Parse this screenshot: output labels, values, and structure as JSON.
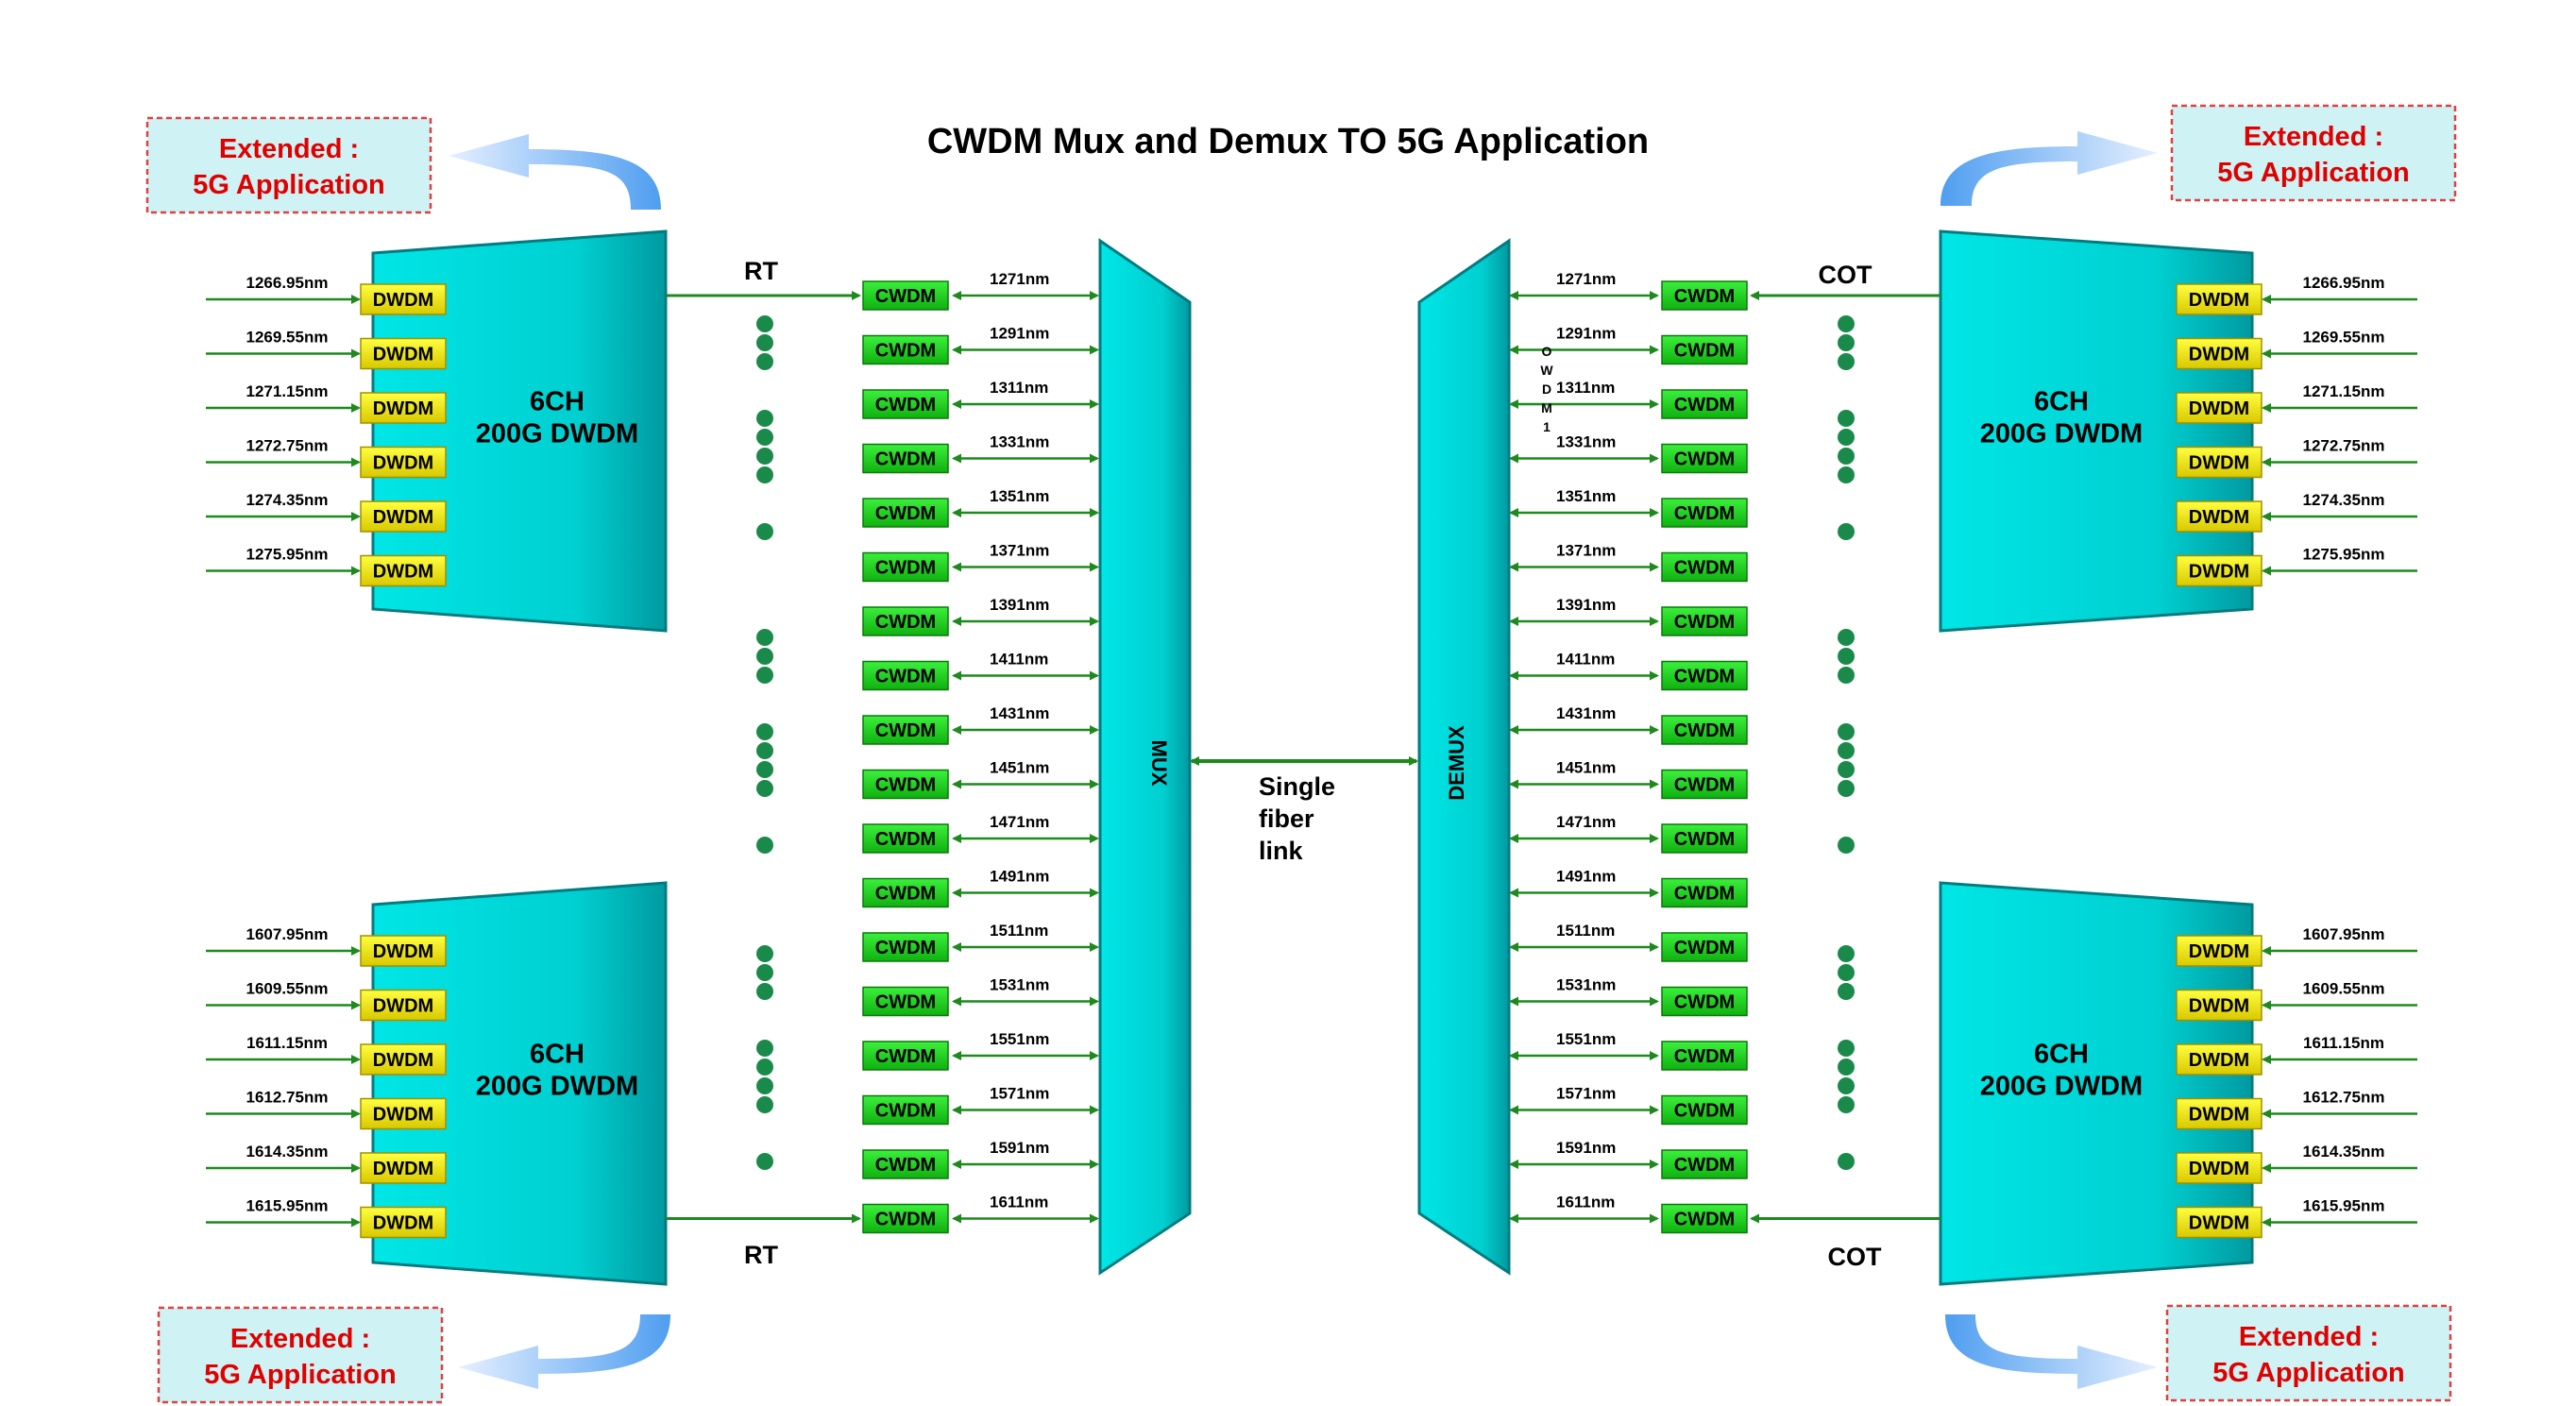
{
  "title": "CWDM Mux and Demux TO 5G Application",
  "colors": {
    "trapezoid": "#00cfd0",
    "trapezoid_edge": "#007c80",
    "cwdm_box": "#1bd81b",
    "dwdm_box": "#f2ee00",
    "arrow": "#1e8a1e",
    "dot": "#1a8a4a",
    "ext_text": "#e00000",
    "ext_fill": "#cff2f4",
    "ext_border": "#e04040",
    "curve_arrow": "#5da9f0"
  },
  "extended": {
    "line1": "Extended   :",
    "line2": "5G Application"
  },
  "mux": {
    "label": "MUX"
  },
  "demux": {
    "label": "DEMUX"
  },
  "link": {
    "lines": [
      "Single",
      "fiber",
      "link"
    ]
  },
  "rt_label": "RT",
  "cot_label": "COT",
  "dwdm_group_label": [
    "6CH",
    "200G DWDM"
  ],
  "cwdm_box_label": "CWDM",
  "dwdm_box_label": "DWDM",
  "cwdm_channels": [
    "1271nm",
    "1291nm",
    "1311nm",
    "1331nm",
    "1351nm",
    "1371nm",
    "1391nm",
    "1411nm",
    "1431nm",
    "1451nm",
    "1471nm",
    "1491nm",
    "1511nm",
    "1531nm",
    "1551nm",
    "1571nm",
    "1591nm",
    "1611nm"
  ],
  "dwdm_top_channels": [
    "1266.95nm",
    "1269.55nm",
    "1271.15nm",
    "1272.75nm",
    "1274.35nm",
    "1275.95nm"
  ],
  "dwdm_bottom_channels": [
    "1607.95nm",
    "1609.55nm",
    "1611.15nm",
    "1612.75nm",
    "1614.35nm",
    "1615.95nm"
  ],
  "stray_overlay_letters": [
    "O",
    "W",
    "D",
    "M",
    "1"
  ]
}
